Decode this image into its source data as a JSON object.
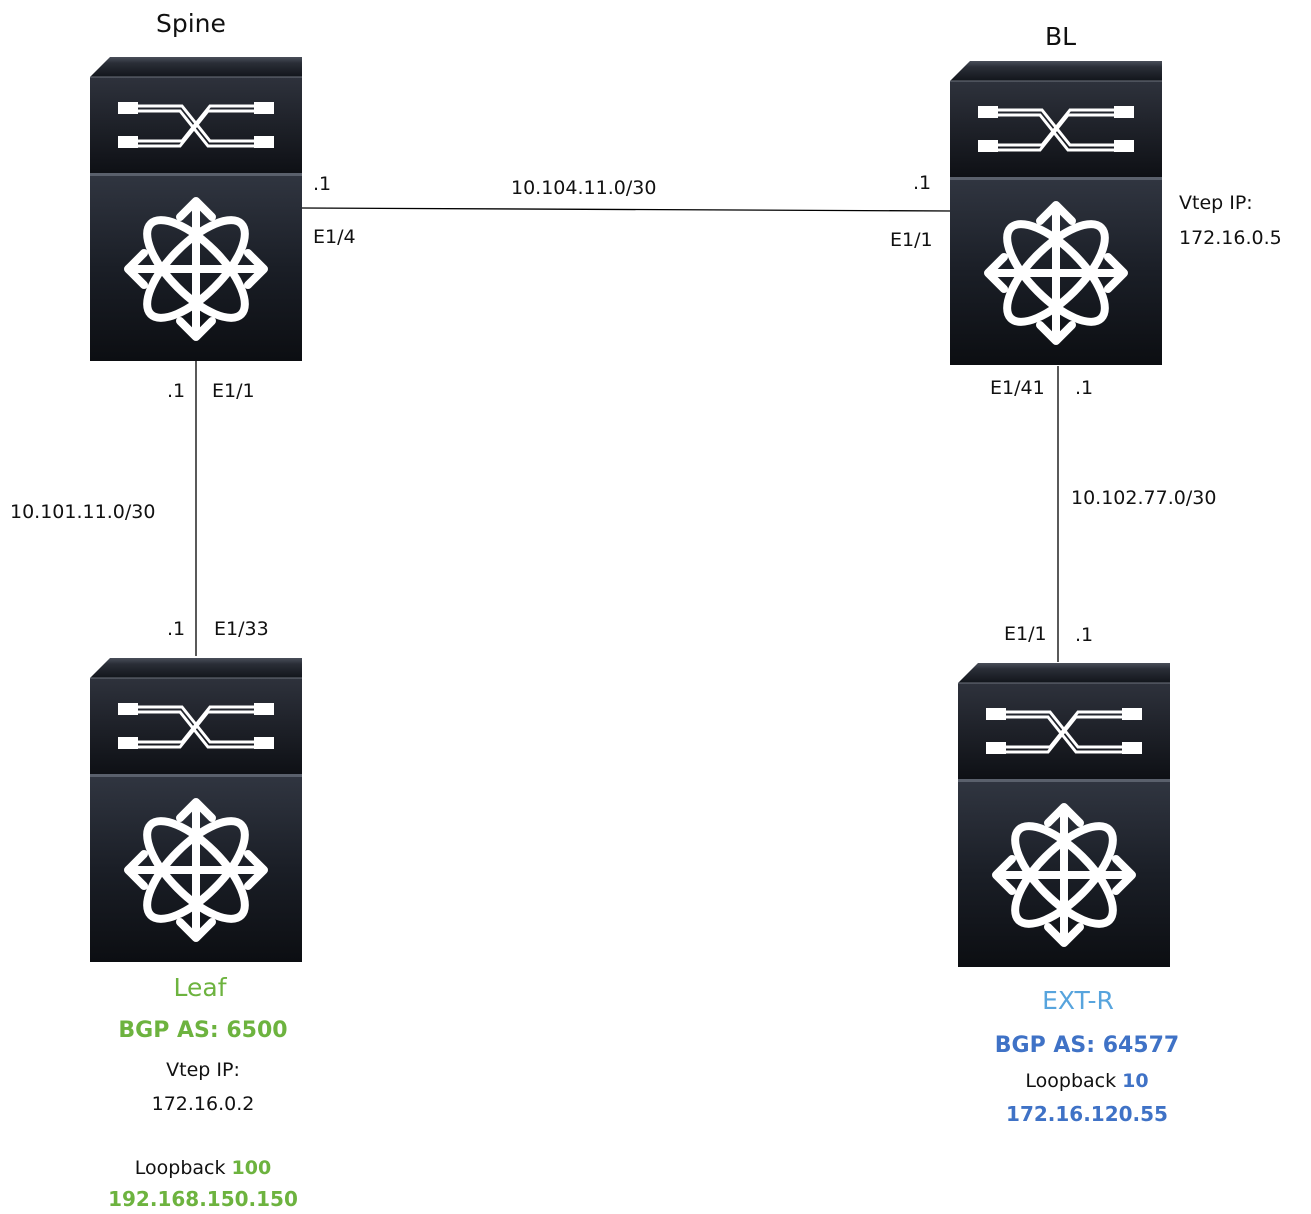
{
  "devices": {
    "spine": {
      "name": "Spine"
    },
    "bl": {
      "name": "BL",
      "vtep_label": "Vtep IP:",
      "vtep_ip": "172.16.0.5"
    },
    "leaf": {
      "name": "Leaf",
      "bgp": "BGP AS: 6500",
      "vtep_label": "Vtep IP:",
      "vtep_ip": "172.16.0.2",
      "loopback_label": "Loopback",
      "loopback_num": "100",
      "loopback_ip": "192.168.150.150"
    },
    "extr": {
      "name": "EXT-R",
      "bgp": "BGP AS: 64577",
      "loopback_label": "Loopback",
      "loopback_num": "10",
      "loopback_ip": "172.16.120.55"
    }
  },
  "links": {
    "spine_bl": {
      "subnet": "10.104.11.0/30",
      "spine_host": ".1",
      "spine_iface": "E1/4",
      "bl_host": ".1",
      "bl_iface": "E1/1"
    },
    "spine_leaf": {
      "subnet": "10.101.11.0/30",
      "spine_host": ".1",
      "spine_iface": "E1/1",
      "leaf_host": ".1",
      "leaf_iface": "E1/33"
    },
    "bl_extr": {
      "subnet": "10.102.77.0/30",
      "bl_iface": "E1/41",
      "bl_host": ".1",
      "extr_iface": "E1/1",
      "extr_host": ".1"
    }
  },
  "colors": {
    "leaf_accent": "#6db33f",
    "extr_accent": "#3f72c6",
    "extr_name": "#57a4dd",
    "device_body": "#1c2029"
  },
  "icons": [
    "switch-icon"
  ]
}
